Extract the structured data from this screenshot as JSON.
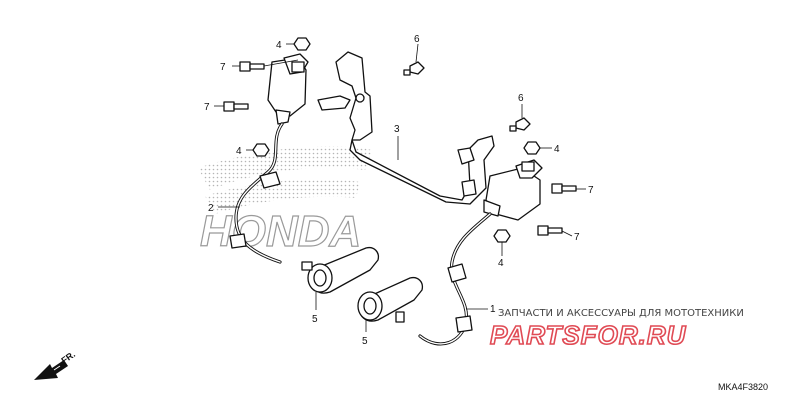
{
  "callouts": {
    "c1": "1",
    "c2": "2",
    "c3": "3",
    "c4a": "4",
    "c4b": "4",
    "c4c": "4",
    "c4d": "4",
    "c5a": "5",
    "c5b": "5",
    "c6a": "6",
    "c6b": "6",
    "c7a": "7",
    "c7b": "7",
    "c7c": "7",
    "c7d": "7"
  },
  "watermark": {
    "brand": "HONDA",
    "shop_tagline": "ЗАПЧАСТИ И АКСЕССУАРЫ ДЛЯ МОТОТЕХНИКИ",
    "shop_logo": "PARTSFOR.RU"
  },
  "direction_label": "FR.",
  "diagram_code": "MKA4F3820"
}
